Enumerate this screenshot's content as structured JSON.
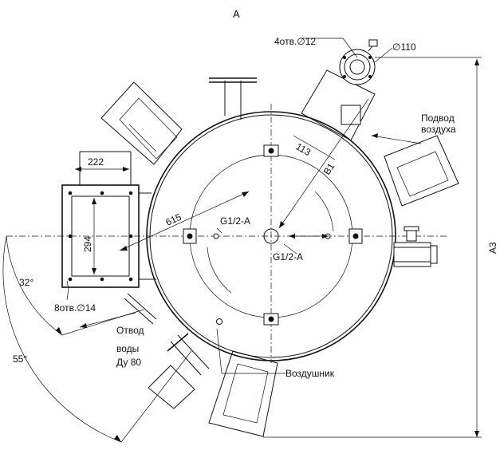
{
  "title": "А",
  "labels": {
    "holes_top": "4отв.∅12",
    "diam_110": "∅110",
    "air_supply_line1": "Подвод",
    "air_supply_line2": "воздуха",
    "dim_113": "113",
    "dim_B1": "В1",
    "dim_222": "222",
    "dim_615": "615",
    "thread_left": "G1/2-А",
    "thread_right": "G1/2-А",
    "dim_294": "294",
    "dim_A3": "А3",
    "angle_32": "32°",
    "holes_left": "8отв.∅14",
    "water_line1": "Отвод",
    "water_line2": "воды",
    "water_line3": "Ду 80",
    "angle_55": "55°",
    "air_vent": "Воздушник"
  }
}
